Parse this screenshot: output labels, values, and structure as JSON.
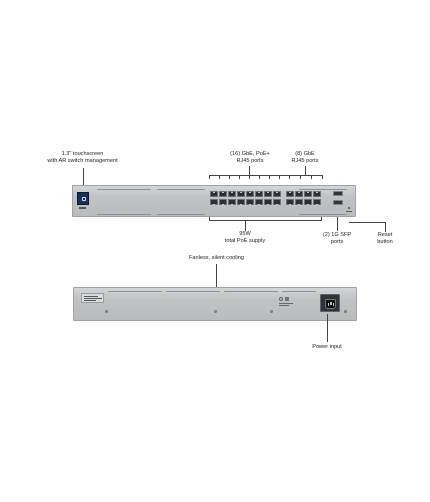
{
  "labels": {
    "touchscreen": [
      "1.3\" touchscreen",
      "with AR switch management"
    ],
    "gbe_poe": [
      "(16) GbE, PoE+",
      "RJ45 ports"
    ],
    "gbe": [
      "(8) GbE",
      "RJ45 ports"
    ],
    "poe_supply": [
      "95W",
      "total PoE supply"
    ],
    "sfp": [
      "(2) 1G SFP",
      "ports"
    ],
    "reset": [
      "Reset",
      "button"
    ],
    "cooling": "Fanless, silent cooling",
    "power": "Power input"
  },
  "colors": {
    "chassis": "#c4c6c9",
    "port": "#2c2f33",
    "screen": "#1b2f57",
    "line": "#444444"
  }
}
